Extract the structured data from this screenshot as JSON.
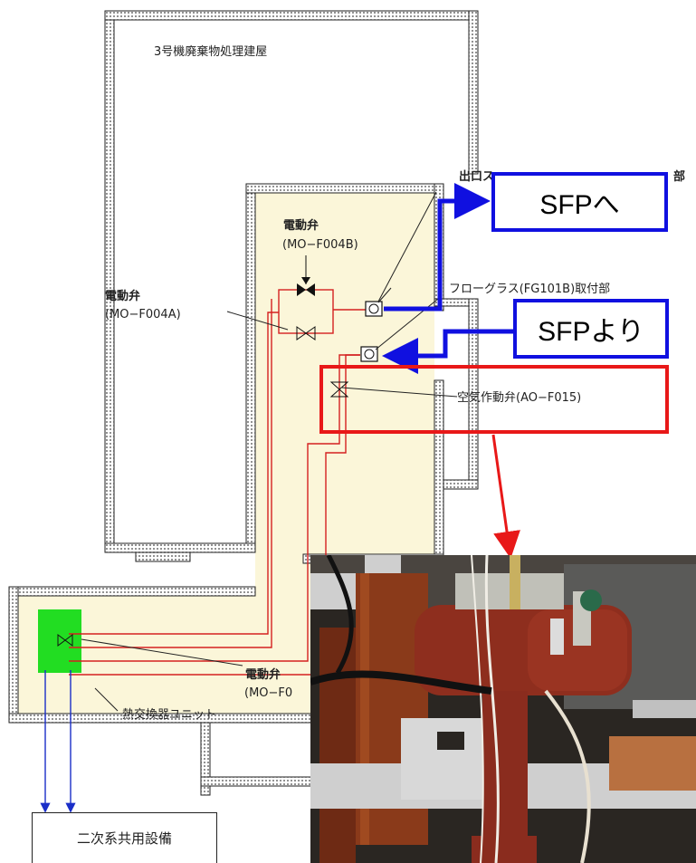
{
  "building_label": "3号機廃棄物処理建屋",
  "outlet_label": "出口ストレーナ取付部",
  "outlet_label_visible": "出口ス",
  "outlet_label_tail": "部",
  "flowglass_label": "フローグラス(FG101B)取付部",
  "valve_b": {
    "name": "電動弁",
    "tag": "(MO−F004B)"
  },
  "valve_a": {
    "name": "電動弁",
    "tag": "(MO−F004A)"
  },
  "air_valve": "空気作動弁(AO−F015)",
  "valve_bottom": {
    "name": "電動弁",
    "tag": "(MO−F0"
  },
  "heat_exchanger": "熱交換器ユニット",
  "secondary_equipment": "二次系共用設備",
  "callout_to": "SFPへ",
  "callout_from": "SFPより",
  "colors": {
    "wall_fill": "#fbf6d9",
    "pipe_red": "#d42020",
    "callout_blue": "#1010e0",
    "highlight_red": "#e81818",
    "hx_green": "#22dd22",
    "pipe_blue": "#1a2ec8"
  }
}
